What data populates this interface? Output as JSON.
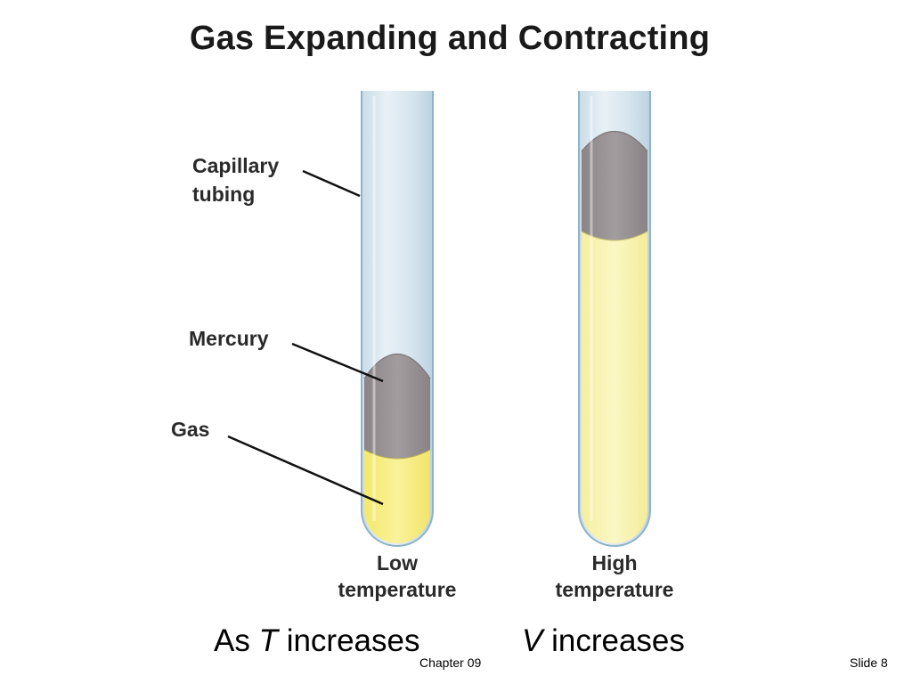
{
  "slide": {
    "title": "Gas Expanding and Contracting"
  },
  "labels": {
    "capillary_line1": "Capillary",
    "capillary_line2": "tubing",
    "mercury": "Mercury",
    "gas": "Gas"
  },
  "tubes": {
    "left": {
      "caption_line1": "Low",
      "caption_line2": "temperature"
    },
    "right": {
      "caption_line1": "High",
      "caption_line2": "temperature"
    }
  },
  "caption": {
    "part1_prefix": "As ",
    "part1_var": "T",
    "part1_suffix": " increases",
    "part2_var": "V",
    "part2_suffix": " increases"
  },
  "footer": {
    "chapter": "Chapter 09",
    "slide_number": "Slide 8"
  },
  "colors": {
    "tube_glass": "#dbe8f0",
    "tube_outline": "#8fb3c8",
    "mercury": "#9b9496",
    "gas": "#f7ec7a"
  }
}
